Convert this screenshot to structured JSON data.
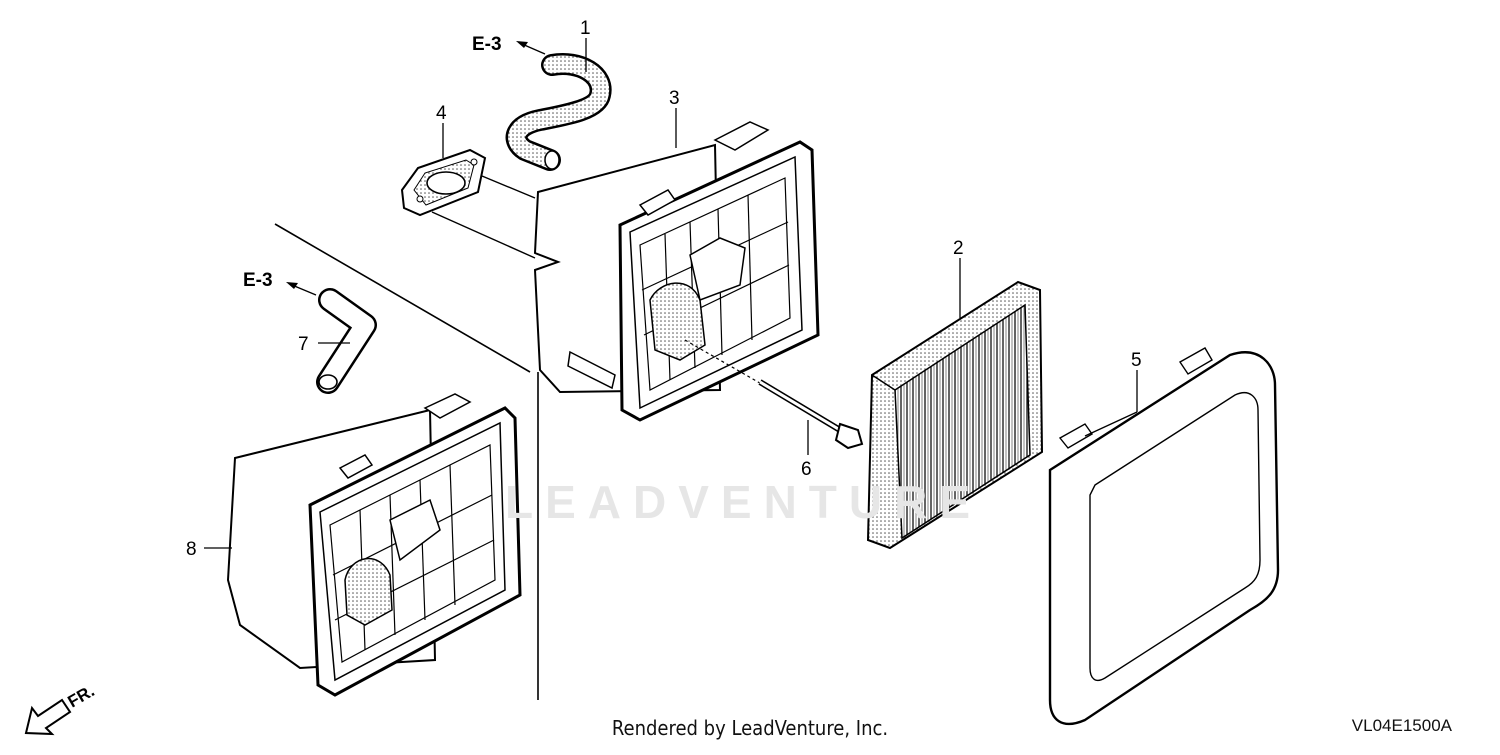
{
  "diagram": {
    "callouts": [
      {
        "num": "1"
      },
      {
        "num": "2"
      },
      {
        "num": "3"
      },
      {
        "num": "4"
      },
      {
        "num": "5"
      },
      {
        "num": "6"
      },
      {
        "num": "7"
      },
      {
        "num": "8"
      }
    ],
    "refs": [
      {
        "label": "E-3"
      },
      {
        "label": "E-3"
      }
    ],
    "direction_label": "FR.",
    "watermark": "LEADVENTURE",
    "footer": "Rendered by LeadVenture, Inc.",
    "code": "VL04E1500A"
  }
}
